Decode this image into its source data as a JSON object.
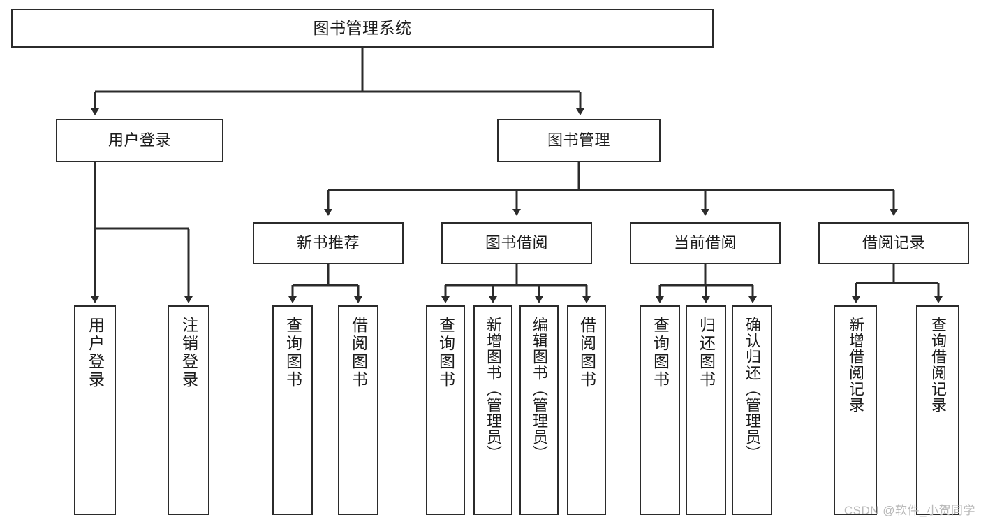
{
  "diagram": {
    "title": "图书管理系统",
    "type": "tree",
    "watermark": "CSDN @软件_小贺同学",
    "colors": {
      "stroke": "#2b2b2b",
      "fill": "#ffffff",
      "text": "#1c1c1c",
      "watermark": "#b9b9b9"
    },
    "root": {
      "label": "图书管理系统"
    },
    "level2": [
      {
        "label": "用户登录"
      },
      {
        "label": "图书管理"
      }
    ],
    "level3": [
      {
        "label": "新书推荐"
      },
      {
        "label": "图书借阅"
      },
      {
        "label": "当前借阅"
      },
      {
        "label": "借阅记录"
      }
    ],
    "leaves": {
      "user_login": [
        {
          "label": "用户登录"
        },
        {
          "label": "注销登录"
        }
      ],
      "new_book": [
        {
          "label": "查询图书"
        },
        {
          "label": "借阅图书"
        }
      ],
      "borrow": [
        {
          "label": "查询图书"
        },
        {
          "label": "新增图书（管理员）"
        },
        {
          "label": "编辑图书（管理员）"
        },
        {
          "label": "借阅图书"
        }
      ],
      "current": [
        {
          "label": "查询图书"
        },
        {
          "label": "归还图书"
        },
        {
          "label": "确认归还（管理员）"
        }
      ],
      "records": [
        {
          "label": "新增借阅记录"
        },
        {
          "label": "查询借阅记录"
        }
      ]
    }
  }
}
